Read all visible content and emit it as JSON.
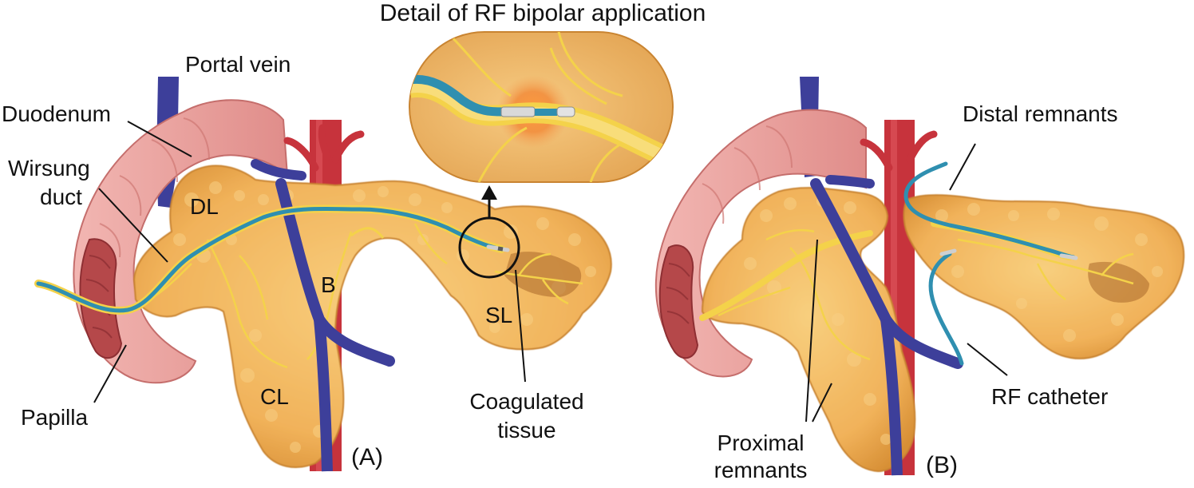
{
  "title": "Detail of RF bipolar application",
  "colors": {
    "pancreas": "#f2b457",
    "pancreas_dark": "#d58e2e",
    "duct": "#2f8fb0",
    "vein": "#3d3f9a",
    "artery": "#c7333c",
    "duodenum": "#e79a97",
    "duodenum_inner": "#b5484a",
    "vessels": "#f4d24a",
    "line": "#111111"
  },
  "panel_a": {
    "labels": {
      "portal_vein": "Portal vein",
      "duodenum": "Duodenum",
      "wirsung_line1": "Wirsung",
      "wirsung_line2": "duct",
      "dl": "DL",
      "b": "B",
      "sl": "SL",
      "cl": "CL",
      "papilla": "Papilla",
      "coagulated_line1": "Coagulated",
      "coagulated_line2": "tissue",
      "panel_tag": "(A)"
    }
  },
  "panel_b": {
    "labels": {
      "distal_remnants": "Distal remnants",
      "rf_catheter": "RF catheter",
      "proximal_line1": "Proximal",
      "proximal_line2": "remnants",
      "panel_tag": "(B)"
    }
  },
  "icons": {
    "inset": "catheter-detail-icon",
    "arrow": "arrow-up-icon",
    "focus": "focus-circle-icon"
  }
}
